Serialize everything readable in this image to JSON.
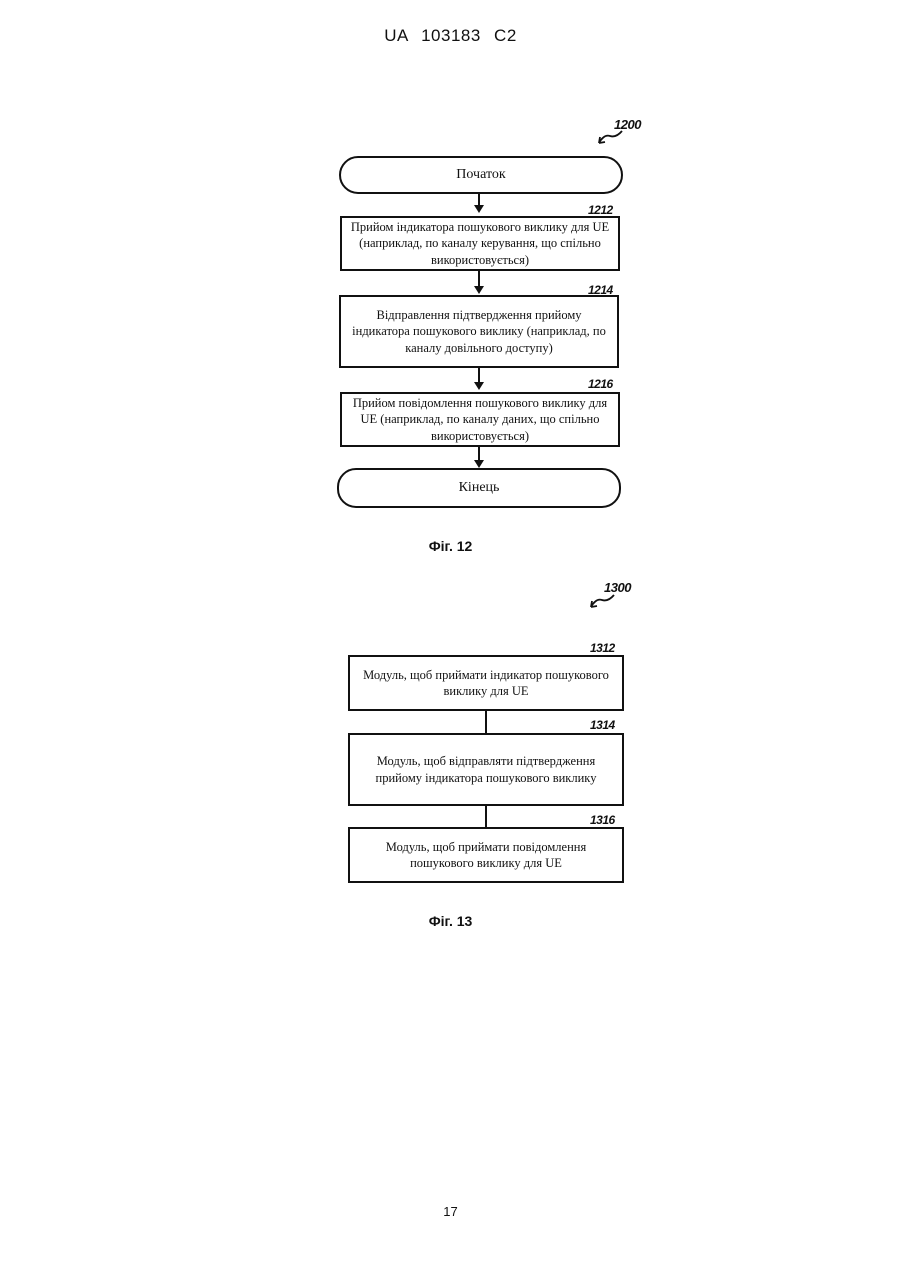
{
  "header": {
    "doc_id": "UA   103183   C2"
  },
  "fig12": {
    "ref": "1200",
    "start": "Початок",
    "end": "Кінець",
    "steps": [
      {
        "ref": "1212",
        "text": "Прийом індикатора пошукового виклику для UE (наприклад, по каналу керування, що спільно використовується)"
      },
      {
        "ref": "1214",
        "text": "Відправлення підтвердження прийому індикатора пошукового виклику (наприклад, по каналу довільного доступу)"
      },
      {
        "ref": "1216",
        "text": "Прийом повідомлення пошукового виклику для UE (наприклад, по каналу даних, що спільно використовується)"
      }
    ],
    "caption": "Фіг. 12"
  },
  "fig13": {
    "ref": "1300",
    "modules": [
      {
        "ref": "1312",
        "text": "Модуль, щоб приймати індикатор пошукового виклику для UE"
      },
      {
        "ref": "1314",
        "text": "Модуль, щоб відправляти підтвердження прийому індикатора пошукового виклику"
      },
      {
        "ref": "1316",
        "text": "Модуль, щоб приймати повідомлення пошукового виклику для UE"
      }
    ],
    "caption": "Фіг. 13"
  },
  "footer": {
    "page_number": "17"
  }
}
